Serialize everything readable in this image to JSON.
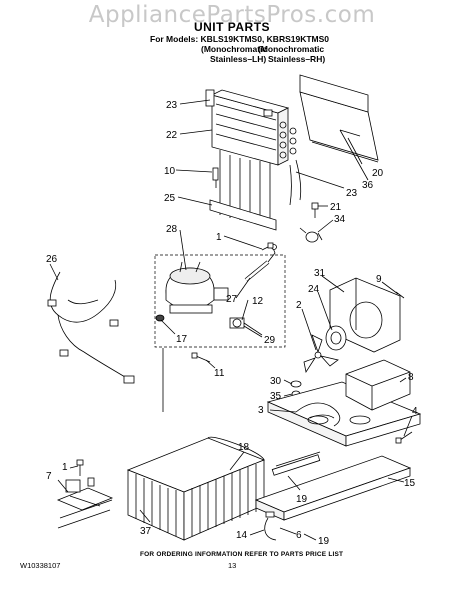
{
  "header": {
    "watermark": "AppliancePartsPros.com",
    "title": "UNIT PARTS",
    "models_label": "For Models:",
    "model_numbers": "KBLS19KTMS0, KBRS19KTMS0",
    "variant_left_1": "(Monochromatic",
    "variant_right_1": "(Monochromatic",
    "variant_left_2": "Stainless–LH)",
    "variant_right_2": "Stainless–RH)"
  },
  "callouts": [
    {
      "id": "c23a",
      "label": "23"
    },
    {
      "id": "c22",
      "label": "22"
    },
    {
      "id": "c10",
      "label": "10"
    },
    {
      "id": "c25",
      "label": "25"
    },
    {
      "id": "c28",
      "label": "28"
    },
    {
      "id": "c1a",
      "label": "1"
    },
    {
      "id": "c26",
      "label": "26"
    },
    {
      "id": "c27",
      "label": "27"
    },
    {
      "id": "c12",
      "label": "12"
    },
    {
      "id": "c17",
      "label": "17"
    },
    {
      "id": "c29",
      "label": "29"
    },
    {
      "id": "c11",
      "label": "11"
    },
    {
      "id": "c20",
      "label": "20"
    },
    {
      "id": "c36",
      "label": "36"
    },
    {
      "id": "c23b",
      "label": "23"
    },
    {
      "id": "c21",
      "label": "21"
    },
    {
      "id": "c34",
      "label": "34"
    },
    {
      "id": "c31",
      "label": "31"
    },
    {
      "id": "c9",
      "label": "9"
    },
    {
      "id": "c24",
      "label": "24"
    },
    {
      "id": "c2",
      "label": "2"
    },
    {
      "id": "c30",
      "label": "30"
    },
    {
      "id": "c35",
      "label": "35"
    },
    {
      "id": "c8",
      "label": "8"
    },
    {
      "id": "c3",
      "label": "3"
    },
    {
      "id": "c4",
      "label": "4"
    },
    {
      "id": "c1b",
      "label": "1"
    },
    {
      "id": "c7",
      "label": "7"
    },
    {
      "id": "c18",
      "label": "18"
    },
    {
      "id": "c19a",
      "label": "19"
    },
    {
      "id": "c15",
      "label": "15"
    },
    {
      "id": "c37",
      "label": "37"
    },
    {
      "id": "c14",
      "label": "14"
    },
    {
      "id": "c6",
      "label": "6"
    },
    {
      "id": "c19b",
      "label": "19"
    }
  ],
  "footer": {
    "ordering_note": "FOR ORDERING INFORMATION REFER TO PARTS PRICE LIST",
    "document_number": "W10338107",
    "page_number": "13"
  }
}
